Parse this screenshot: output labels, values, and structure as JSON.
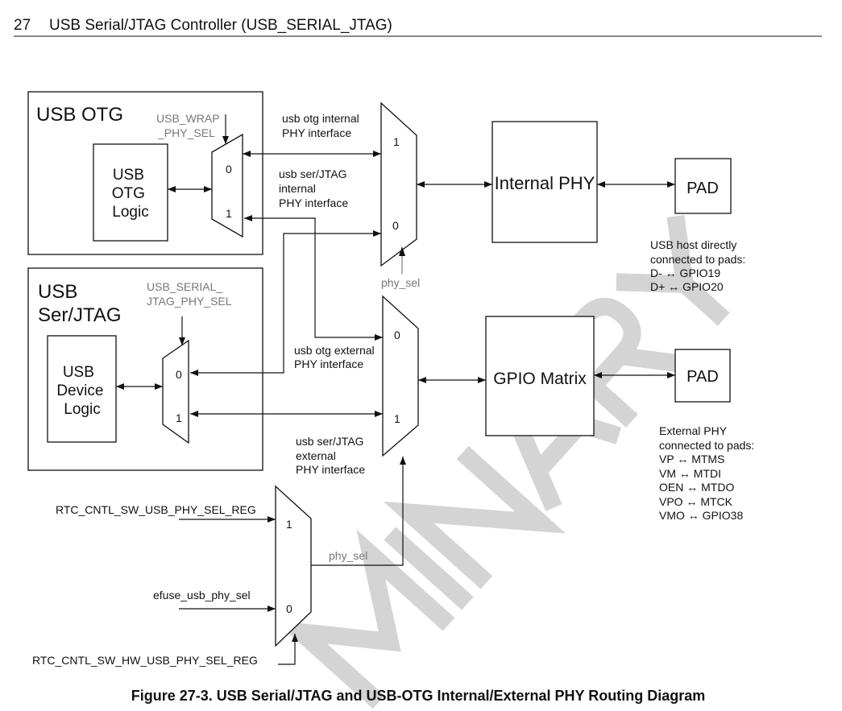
{
  "header": {
    "chapter": "27",
    "title": "USB Serial/JTAG Controller (USB_SERIAL_JTAG)"
  },
  "watermark": "PRELIMINARY",
  "blocks": {
    "usb_otg": {
      "title": "USB OTG",
      "logic": [
        "USB",
        "OTG",
        "Logic"
      ],
      "sel": [
        "USB_WRAP",
        "_PHY_SEL"
      ],
      "port0": "0",
      "port1": "1"
    },
    "usb_serjtag": {
      "title": [
        "USB",
        "Ser/JTAG"
      ],
      "logic": [
        "USB",
        "Device",
        "Logic"
      ],
      "sel": [
        "USB_SERIAL_",
        "JTAG_PHY_SEL"
      ],
      "port0": "0",
      "port1": "1"
    },
    "internal_mux": {
      "port1": "1",
      "port0": "0",
      "sel": "phy_sel"
    },
    "external_mux": {
      "port0": "0",
      "port1": "1"
    },
    "select_mux": {
      "port1": "1",
      "port0": "0",
      "out": "phy_sel"
    },
    "internal_phy": "Internal PHY",
    "gpio_matrix": "GPIO Matrix",
    "pad_top": "PAD",
    "pad_bottom": "PAD"
  },
  "labels": {
    "otg_internal": [
      "usb otg internal",
      "PHY interface"
    ],
    "serjtag_internal": [
      "usb ser/JTAG",
      "internal",
      "PHY interface"
    ],
    "otg_external": [
      "usb otg external",
      "PHY interface"
    ],
    "serjtag_external": [
      "usb ser/JTAG",
      "external",
      "PHY interface"
    ],
    "rtc_sw_sel": "RTC_CNTL_SW_USB_PHY_SEL_REG",
    "efuse_sel": "efuse_usb_phy_sel",
    "rtc_sw_hw_sel": "RTC_CNTL_SW_HW_USB_PHY_SEL_REG"
  },
  "notes": {
    "internal": [
      "USB host directly",
      "connected to pads:",
      "D- ↔ GPIO19",
      "D+ ↔ GPIO20"
    ],
    "external": [
      "External PHY",
      "connected to pads:",
      "VP ↔ MTMS",
      "VM ↔ MTDI",
      "OEN ↔ MTDO",
      "VPO ↔ MTCK",
      "VMO ↔ GPIO38"
    ]
  },
  "caption": "Figure 27-3. USB Serial/JTAG and USB-OTG Internal/External PHY Routing Diagram"
}
